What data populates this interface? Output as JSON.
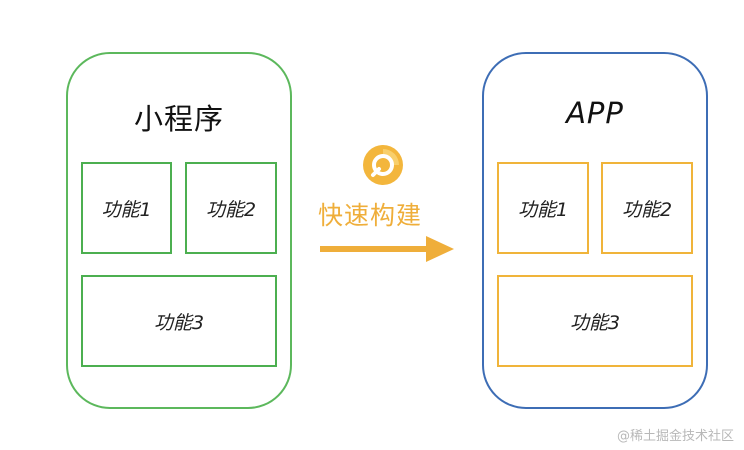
{
  "left_phone": {
    "title": "小程序",
    "features": [
      "功能1",
      "功能2",
      "功能3"
    ]
  },
  "right_phone": {
    "title": "APP",
    "features": [
      "功能1",
      "功能2",
      "功能3"
    ]
  },
  "arrow": {
    "label": "快速构建",
    "color": "#efae3a"
  },
  "colors": {
    "left_phone_border": "#5cb85c",
    "left_box_border": "#4caf50",
    "right_phone_border": "#3d6db5",
    "right_box_border": "#f0b43a"
  },
  "icons": {
    "arrow_badge": "circular-logo-icon"
  },
  "watermark": "@稀土掘金技术社区"
}
